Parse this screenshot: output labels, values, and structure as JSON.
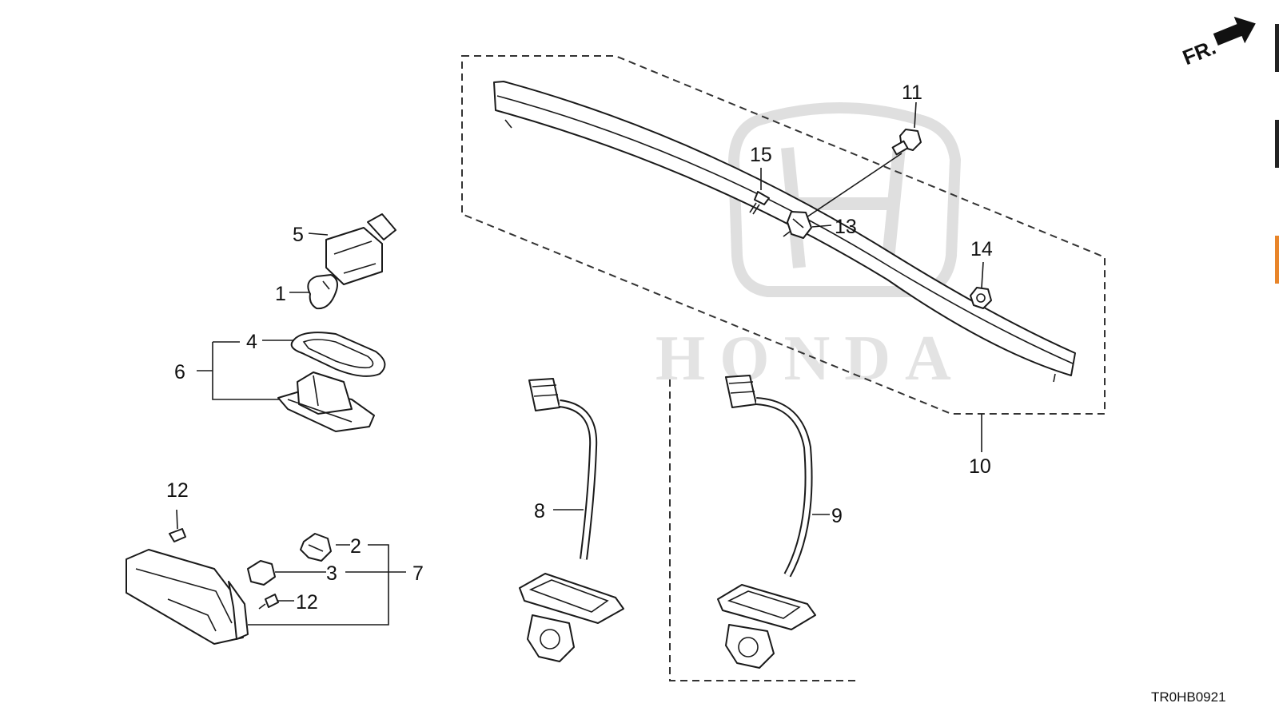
{
  "diagram": {
    "direction_label": "FR.",
    "figure_code": "TR0HB0921",
    "watermark_text": "HONDA",
    "edge_accent_color": "#e8852a",
    "callouts": [
      {
        "id": "1",
        "text": "1"
      },
      {
        "id": "2",
        "text": "2"
      },
      {
        "id": "3",
        "text": "3"
      },
      {
        "id": "4",
        "text": "4"
      },
      {
        "id": "5",
        "text": "5"
      },
      {
        "id": "6",
        "text": "6"
      },
      {
        "id": "7",
        "text": "7"
      },
      {
        "id": "8",
        "text": "8"
      },
      {
        "id": "9",
        "text": "9"
      },
      {
        "id": "10",
        "text": "10"
      },
      {
        "id": "11",
        "text": "11"
      },
      {
        "id": "12a",
        "text": "12"
      },
      {
        "id": "12b",
        "text": "12"
      },
      {
        "id": "13",
        "text": "13"
      },
      {
        "id": "14",
        "text": "14"
      },
      {
        "id": "15",
        "text": "15"
      }
    ]
  }
}
